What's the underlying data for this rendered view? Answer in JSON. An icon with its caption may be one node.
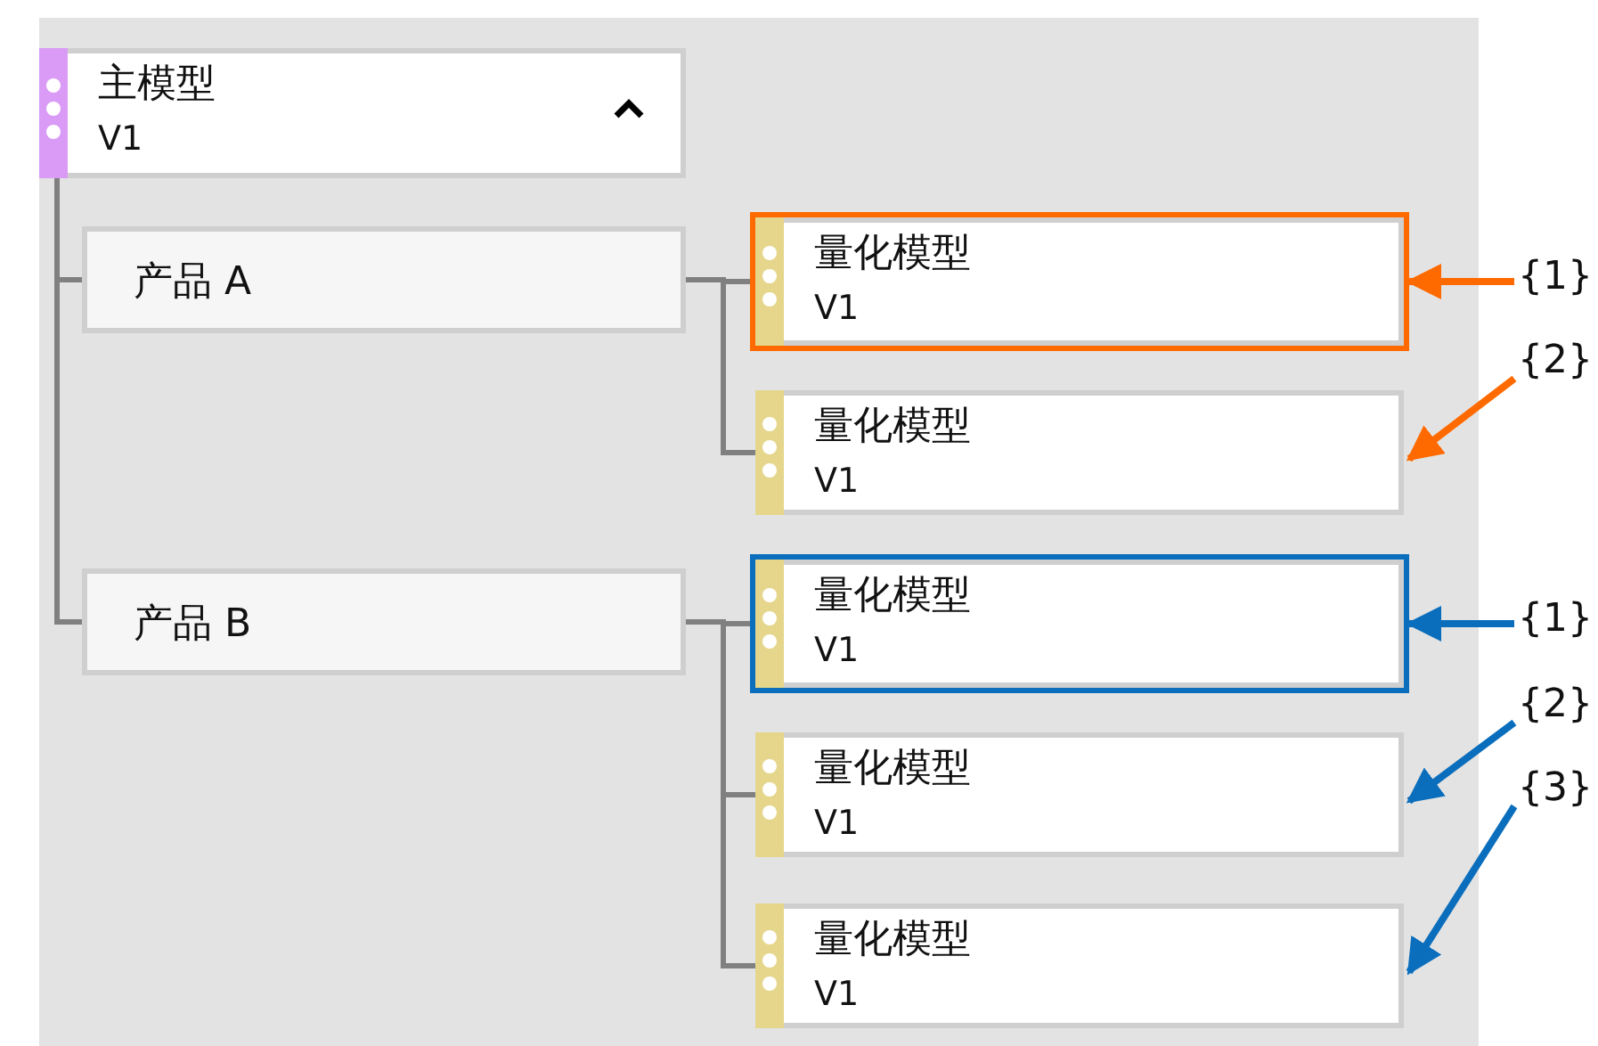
{
  "diagram": {
    "nodes": [
      {
        "text": [
          "主模型",
          "V1"
        ]
      },
      {
        "text": [
          "产品 A"
        ]
      },
      {
        "text": [
          "量化模型",
          "V1"
        ]
      },
      {
        "text": [
          "量化模型",
          "V1"
        ]
      },
      {
        "text": [
          "产品 B"
        ]
      },
      {
        "text": [
          "量化模型",
          "V1"
        ]
      },
      {
        "text": [
          "量化模型",
          "V1"
        ]
      },
      {
        "text": [
          "量化模型",
          "V1"
        ]
      },
      {
        "text": [
          "{1}"
        ]
      },
      {
        "text": [
          "{2}"
        ]
      },
      {
        "text": [
          "{1}"
        ]
      },
      {
        "text": [
          "{2}"
        ]
      },
      {
        "text": [
          "{3}"
        ]
      }
    ],
    "edges": [
      {
        "from": 0,
        "to": 1,
        "arrow": "none"
      },
      {
        "from": 0,
        "to": 4,
        "arrow": "none"
      },
      {
        "from": 1,
        "to": 2,
        "arrow": "none"
      },
      {
        "from": 1,
        "to": 3,
        "arrow": "none"
      },
      {
        "from": 4,
        "to": 5,
        "arrow": "none"
      },
      {
        "from": 4,
        "to": 6,
        "arrow": "none"
      },
      {
        "from": 4,
        "to": 7,
        "arrow": "none"
      },
      {
        "from": 8,
        "to": 2,
        "arrow": "to",
        "color": "#ff6a00"
      },
      {
        "from": 9,
        "to": 3,
        "arrow": "to",
        "color": "#ff6a00"
      },
      {
        "from": 10,
        "to": 5,
        "arrow": "to",
        "color": "#0a6ebd"
      },
      {
        "from": 11,
        "to": 6,
        "arrow": "to",
        "color": "#0a6ebd"
      },
      {
        "from": 12,
        "to": 7,
        "arrow": "to",
        "color": "#0a6ebd"
      }
    ]
  }
}
